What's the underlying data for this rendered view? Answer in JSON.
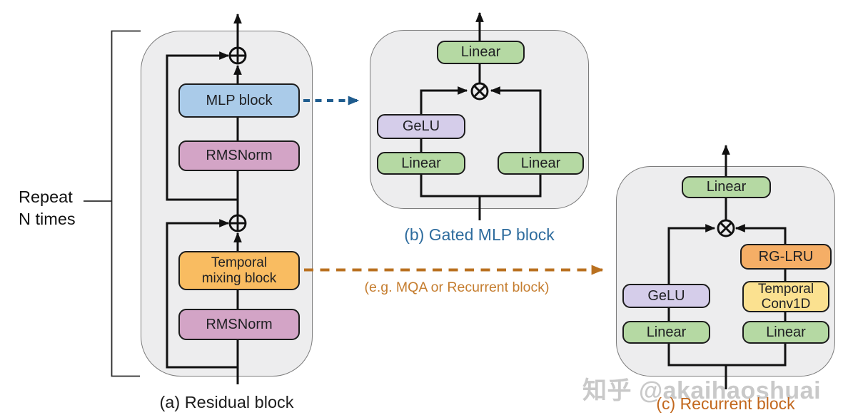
{
  "repeat": {
    "line1": "Repeat",
    "line2": "N times"
  },
  "residual": {
    "caption": "(a) Residual block",
    "mlp": "MLP block",
    "rmsnorm_top": "RMSNorm",
    "temporal_mixing": "Temporal mixing block",
    "rmsnorm_bottom": "RMSNorm"
  },
  "gated_mlp": {
    "caption": "(b) Gated MLP block",
    "linear_out": "Linear",
    "gelu": "GeLU",
    "linear_left": "Linear",
    "linear_right": "Linear"
  },
  "recurrent": {
    "caption": "(c) Recurrent block",
    "linear_out": "Linear",
    "rg_lru": "RG-LRU",
    "temporal_conv": "Temporal Conv1D",
    "gelu": "GeLU",
    "linear_left": "Linear",
    "linear_right": "Linear"
  },
  "annotations": {
    "temporal_arrow_label": "(e.g. MQA or Recurrent block)",
    "watermark": "知乎 @akaihaoshuai"
  },
  "colors": {
    "mlp_block": "#aacbe9",
    "rmsnorm": "#d3a4c6",
    "temporal_mixing": "#f9bc61",
    "rg_lru": "#f5ae66",
    "temporal_conv": "#fbe190",
    "linear": "#b5d9a3",
    "gelu": "#d5cdea",
    "gated_mlp_accent": "#2e6c9e",
    "recurrent_accent": "#c2671d",
    "mlp_arrow": "#1f5c8e",
    "mqa_arrow": "#b9701f",
    "mqa_arrow_label": "#c57d2f",
    "watermark_color": "#c9c9c9"
  }
}
